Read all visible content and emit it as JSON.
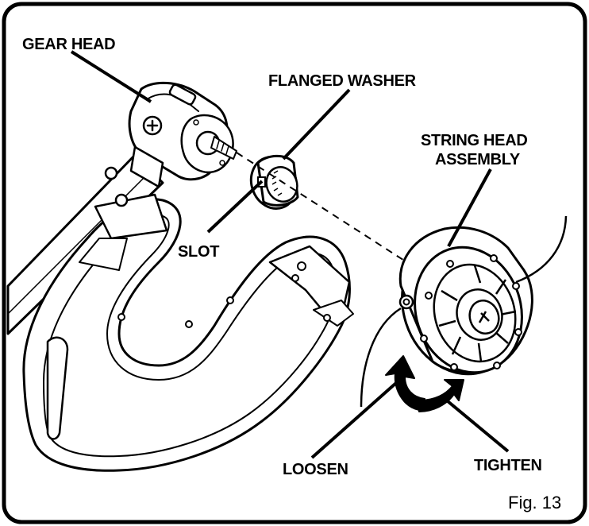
{
  "labels": {
    "gear_head": "GEAR HEAD",
    "flanged_washer": "FLANGED WASHER",
    "string_head_line1": "STRING HEAD",
    "string_head_line2": "ASSEMBLY",
    "slot": "SLOT",
    "loosen": "LOOSEN",
    "tighten": "TIGHTEN"
  },
  "caption": "Fig. 13",
  "colors": {
    "ink": "#000000",
    "paper": "#ffffff"
  }
}
